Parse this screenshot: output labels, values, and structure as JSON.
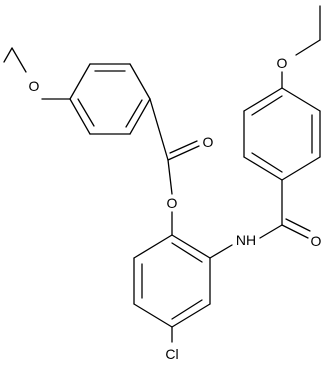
{
  "diagram_type": "chemical structure (skeletal formula)",
  "atoms": {
    "o_ether_left": "O",
    "o_ester_carbonyl": "O",
    "o_ester_link": "O",
    "o_ether_right": "O",
    "nh": "NH",
    "o_amide_carbonyl": "O",
    "cl": "Cl"
  },
  "colors": {
    "bond": "#000000",
    "label": "#000000",
    "background": "#ffffff"
  }
}
